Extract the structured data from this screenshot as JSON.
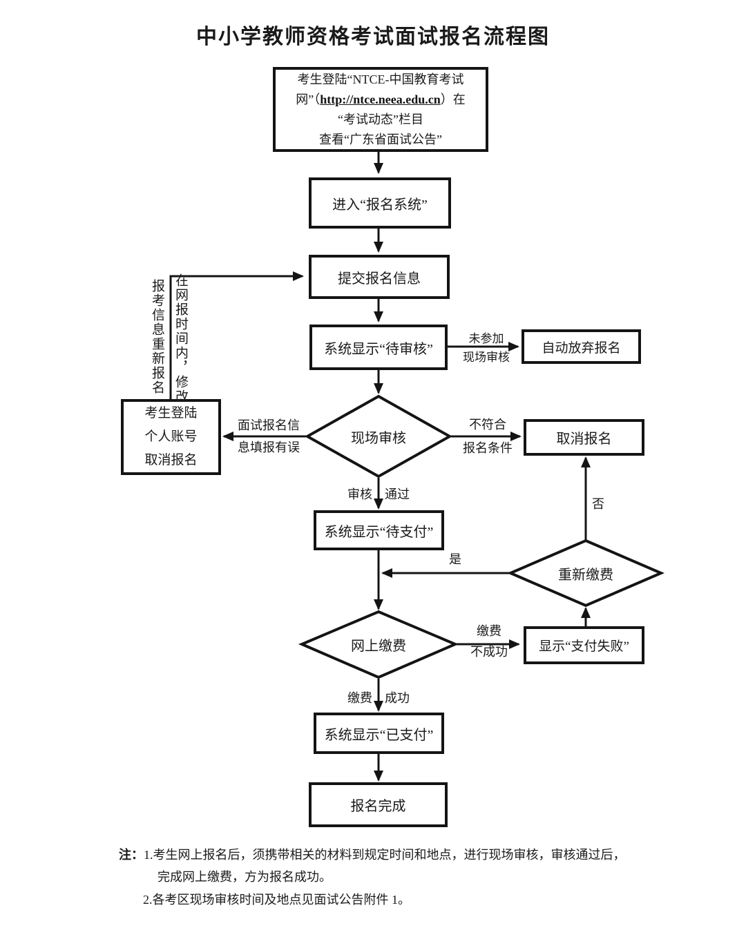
{
  "title": "中小学教师资格考试面试报名流程图",
  "colors": {
    "ink": "#1a1a1a",
    "line": "#141414"
  },
  "nodes": {
    "start": {
      "line1": "考生登陆“NTCE-中国教育考试",
      "line2_pre": "网”（",
      "link": "http://ntce.neea.edu.cn",
      "line2_post": "）在",
      "line3": "“考试动态”栏目",
      "line4": "查看“广东省面试公告”"
    },
    "enter_system": "进入“报名系统”",
    "submit_info": "提交报名信息",
    "pending_review": "系统显示“待审核”",
    "auto_abandon": "自动放弃报名",
    "onsite_review": "现场审核",
    "cancel_personal": "考生登陆\n个人账号\n取消报名",
    "cancel_registration": "取消报名",
    "pending_payment": "系统显示“待支付”",
    "repay": "重新缴费",
    "online_payment": "网上缴费",
    "payment_failed": "显示“支付失败”",
    "paid": "系统显示“已支付”",
    "complete": "报名完成"
  },
  "labels": {
    "no_onsite": "未参加\n现场审核",
    "info_error": "面试报名信\n息填报有误",
    "not_qualified": "不符合\n报名条件",
    "review": "审核",
    "pass": "通过",
    "yes": "是",
    "no": "否",
    "pay": "缴费",
    "success": "成功",
    "pay_fail": "缴费\n不成功",
    "modify_note_right": "在网报时间内，修改",
    "modify_note_left": "报考信息重新报名"
  },
  "notes": {
    "prefix": "注：",
    "item1_line1": "1.考生网上报名后，须携带相关的材料到规定时间和地点，进行现场审核，审核通过后，",
    "item1_line2": "完成网上缴费，方为报名成功。",
    "item2": "2.各考区现场审核时间及地点见面试公告附件 1。"
  }
}
